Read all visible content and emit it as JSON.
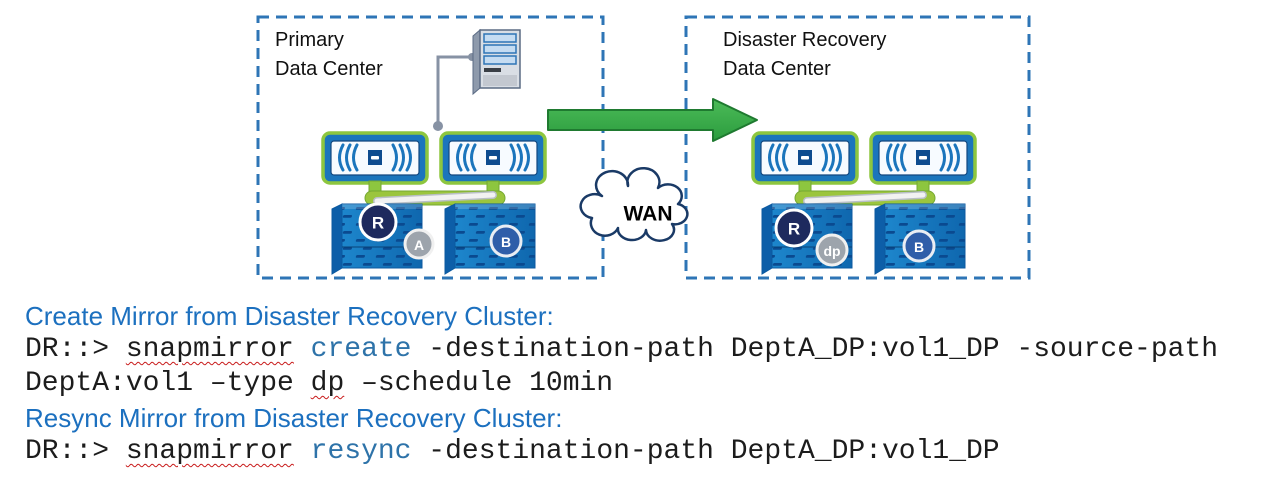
{
  "diagram": {
    "primary_box": {
      "label": "Primary\nData Center"
    },
    "dr_box": {
      "label": "Disaster Recovery\nData Center"
    },
    "wan_label": "WAN",
    "primary_badges": [
      {
        "label": "R"
      },
      {
        "label": "A"
      },
      {
        "label": "B"
      }
    ],
    "dr_badges": [
      {
        "label": "R"
      },
      {
        "label": "dp"
      },
      {
        "label": "B"
      }
    ],
    "icons": {
      "server": "server-tower-icon",
      "controller": "storage-controller-icon",
      "shelf": "disk-shelf-icon",
      "arrow": "replication-arrow-icon",
      "cloud": "wan-cloud-icon"
    },
    "colors": {
      "box_border": "#2E75B6",
      "arrow_green": "#35A845",
      "controller_blue": "#1B75BC",
      "controller_green": "#8DC63F",
      "badge_navy": "#1E2A5E",
      "badge_gray": "#9DA4AC",
      "badge_blue": "#2F5EA9",
      "cloud_outline": "#1A3A66"
    }
  },
  "commands": {
    "create_heading": "Create Mirror from Disaster Recovery Cluster:",
    "create_cmd_line1": [
      {
        "t": "DR::> "
      },
      {
        "t": "snapmirror",
        "sq": true
      },
      {
        "t": " "
      },
      {
        "t": "create",
        "kw": true
      },
      {
        "t": " -destination-path DeptA_DP:vol1_DP -source-path"
      }
    ],
    "create_cmd_line2": [
      {
        "t": "DeptA:vol1 –type "
      },
      {
        "t": "dp",
        "sq": true
      },
      {
        "t": " –schedule 10min"
      }
    ],
    "resync_heading": "Resync Mirror from Disaster Recovery Cluster:",
    "resync_cmd_line": [
      {
        "t": "DR::> "
      },
      {
        "t": "snapmirror",
        "sq": true
      },
      {
        "t": " "
      },
      {
        "t": "resync",
        "kw": true
      },
      {
        "t": " -destination-path DeptA_DP:vol1_DP"
      }
    ]
  }
}
